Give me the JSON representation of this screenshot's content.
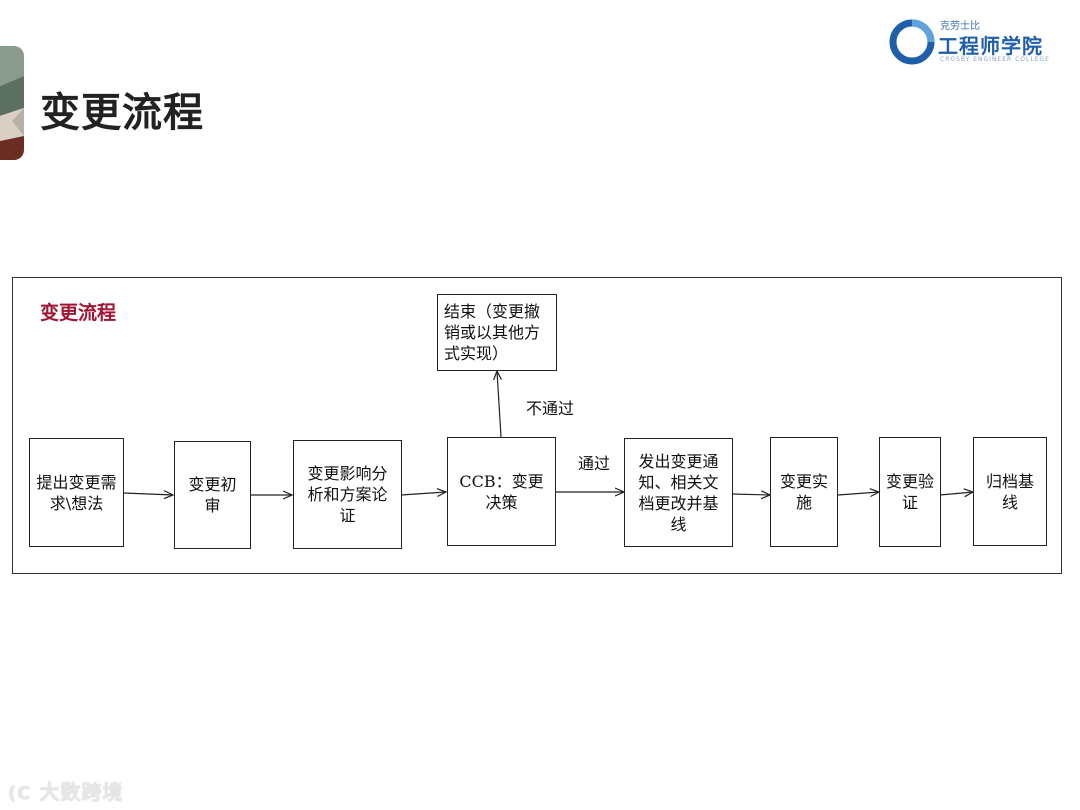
{
  "page": {
    "title": "变更流程"
  },
  "logo": {
    "top_text": "克劳士比",
    "main_text": "工程师学院",
    "sub_text": "CROSBY ENGINEER COLLEGE"
  },
  "diagram": {
    "title": "变更流程",
    "nodes": {
      "n1": "提出变更需求\\想法",
      "n2": "变更初审",
      "n3": "变更影响分析和方案论证",
      "n4": "CCB：变更决策",
      "n5": "结束（变更撤销或以其他方式实现）",
      "n6": "发出变更通知、相关文档更改并基线",
      "n7": "变更实施",
      "n8": "变更验证",
      "n9": "归档基线"
    },
    "edge_labels": {
      "reject": "不通过",
      "approve": "通过"
    }
  },
  "watermark": {
    "text": "大数跨境"
  },
  "colors": {
    "accent": "#a01533",
    "logo_blue": "#1f5ea8"
  }
}
